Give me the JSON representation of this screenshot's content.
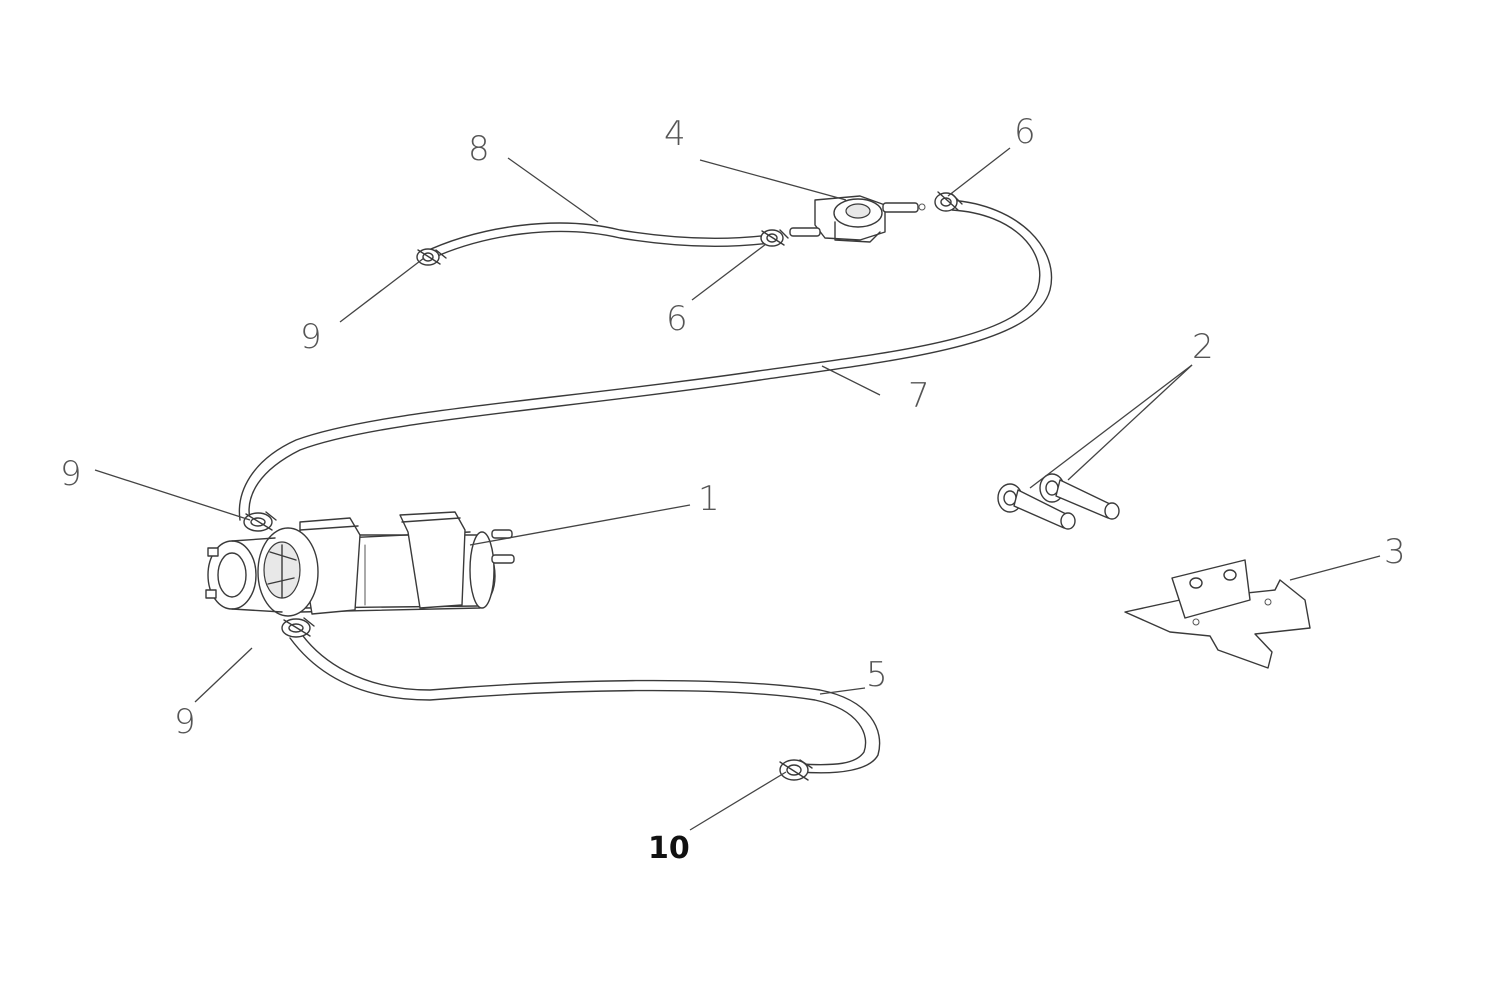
{
  "diagram": {
    "callouts": {
      "c1": "1",
      "c2": "2",
      "c3": "3",
      "c4": "4",
      "c5": "5",
      "c6a": "6",
      "c6b": "6",
      "c7": "7",
      "c8": "8",
      "c9a": "9",
      "c9b": "9",
      "c9c": "9",
      "c10": "10"
    }
  }
}
